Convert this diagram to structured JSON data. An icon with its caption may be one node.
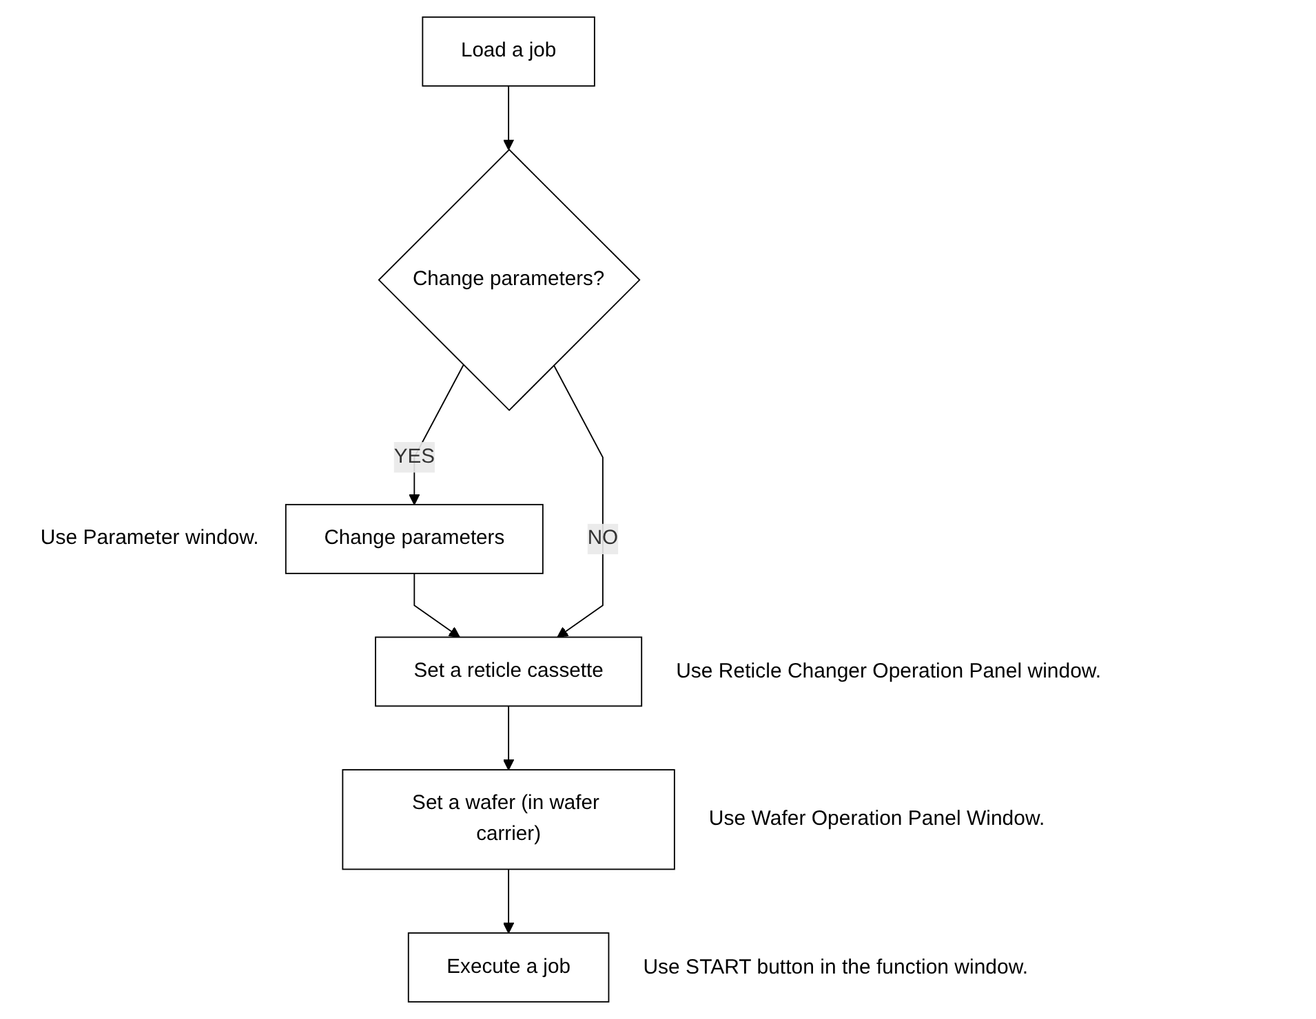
{
  "diagram": {
    "nodes": [
      {
        "text": [
          "Load a job"
        ]
      },
      {
        "text": [
          "Change parameters?"
        ]
      },
      {
        "text": [
          "Change parameters"
        ],
        "beside": [
          "Use Parameter window."
        ]
      },
      {
        "text": [
          "Set a reticle cassette"
        ],
        "beside": [
          "Use Reticle Changer Operation Panel window."
        ]
      },
      {
        "text": [
          "Set a wafer (in wafer carrier)"
        ],
        "beside": [
          "Use Wafer Operation Panel Window."
        ]
      },
      {
        "text": [
          "Execute a job"
        ],
        "beside": [
          "Use START button in the function window."
        ]
      }
    ],
    "edges": [
      {
        "from": 0,
        "to": 1,
        "arrow": "to"
      },
      {
        "from": 1,
        "to": 2,
        "arrow": "to",
        "label": "YES"
      },
      {
        "from": 2,
        "to": 3,
        "arrow": "to"
      },
      {
        "from": 1,
        "to": 3,
        "arrow": "to",
        "label": "NO"
      },
      {
        "from": 3,
        "to": 4,
        "arrow": "to"
      },
      {
        "from": 4,
        "to": 5,
        "arrow": "to"
      }
    ]
  }
}
